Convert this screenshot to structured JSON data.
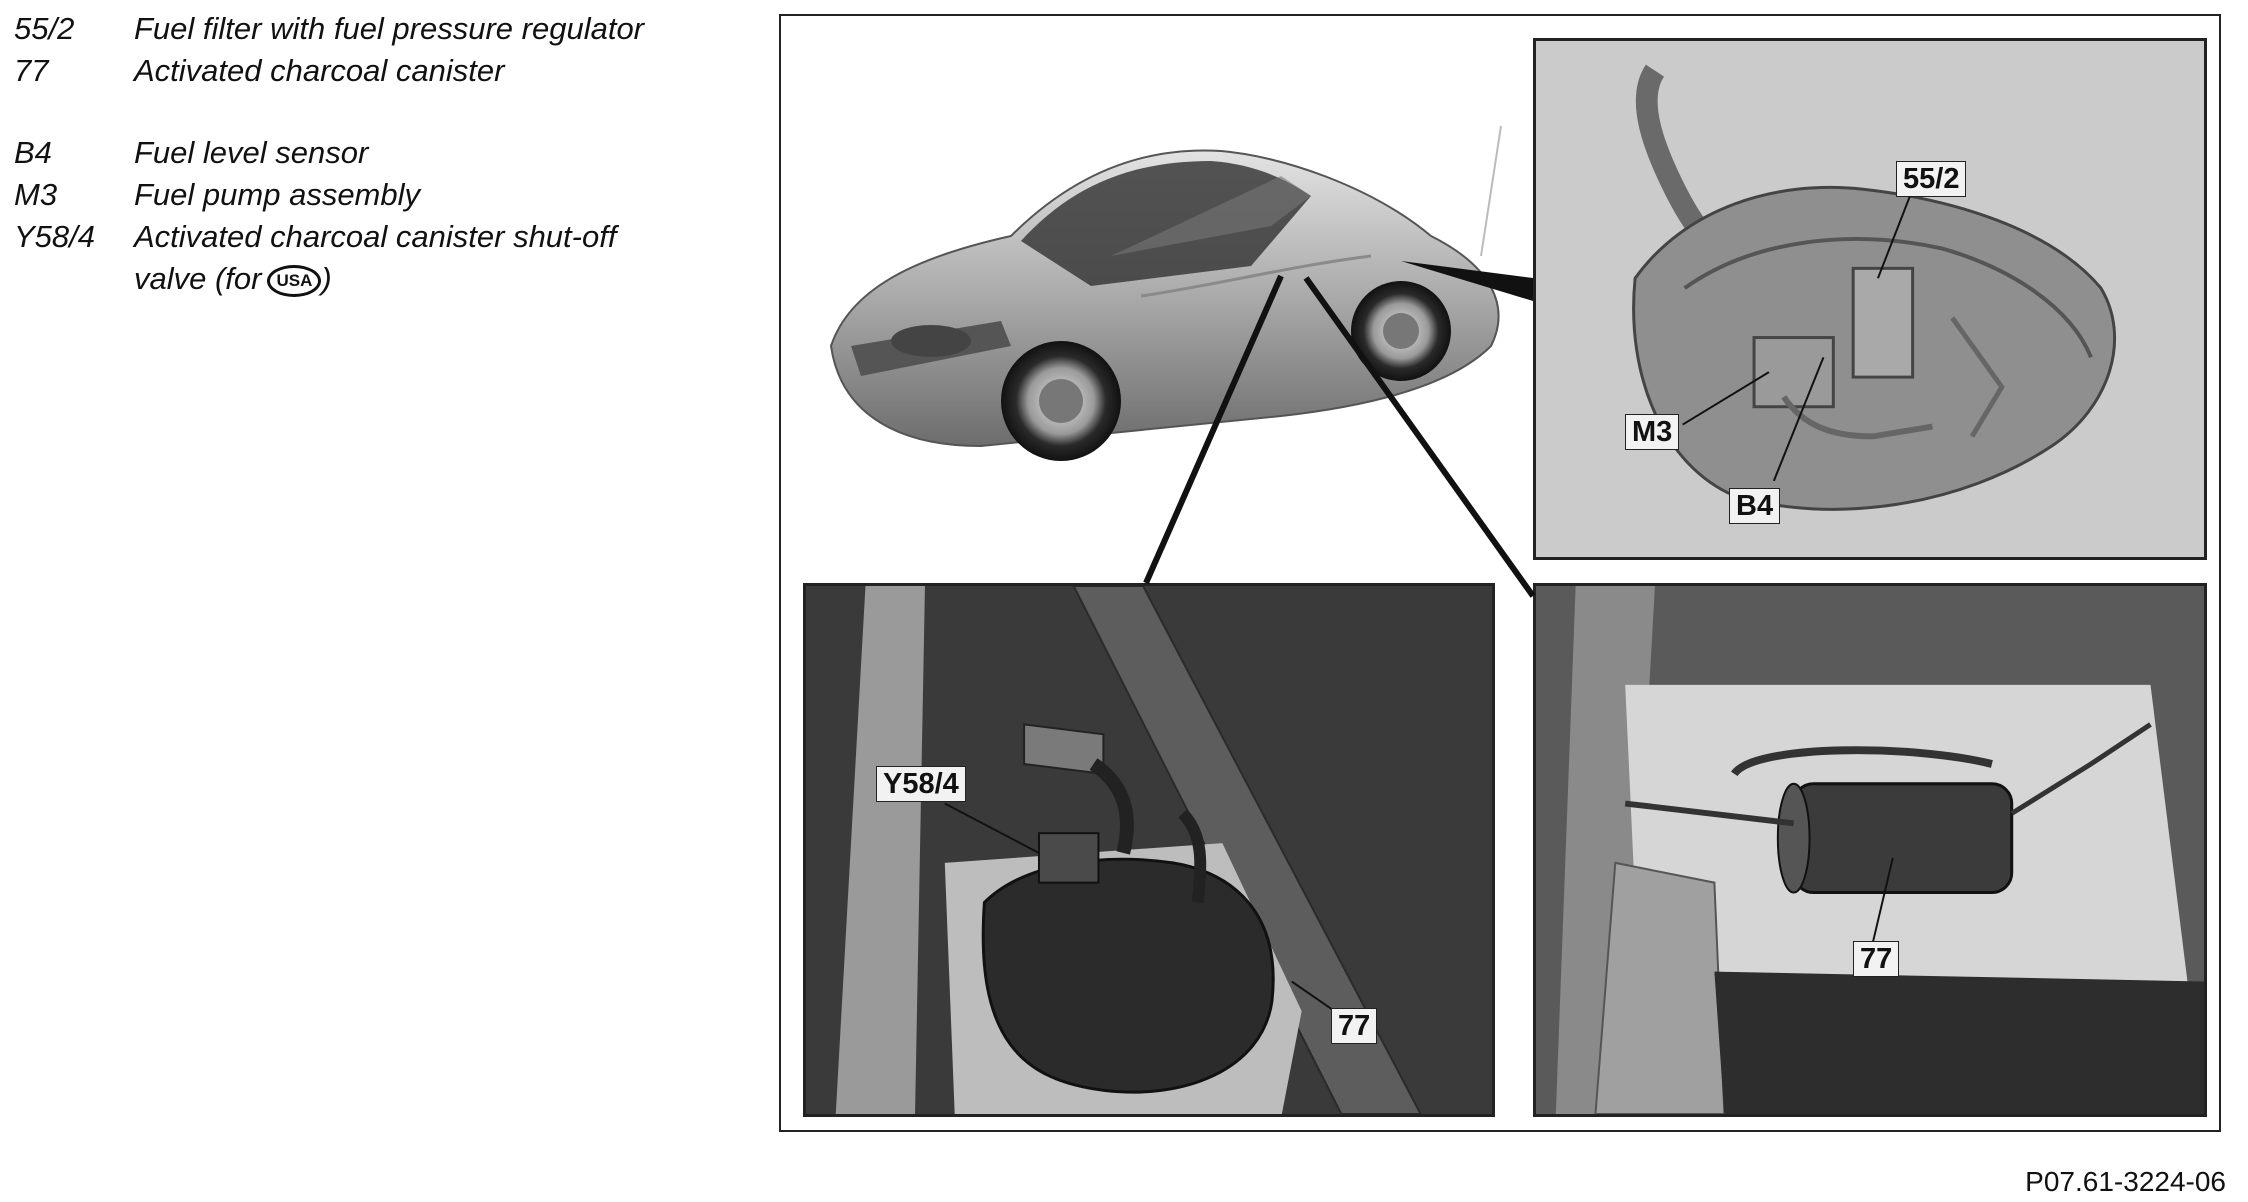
{
  "legend": [
    {
      "code": "55/2",
      "lines": [
        "Fuel filter with fuel pressure regulator"
      ]
    },
    {
      "code": "77",
      "lines": [
        "Activated charcoal canister"
      ]
    },
    {
      "code": "B4",
      "lines": [
        "Fuel level sensor"
      ]
    },
    {
      "code": "M3",
      "lines": [
        "Fuel pump assembly"
      ]
    },
    {
      "code": "Y58/4",
      "lines": [
        "Activated charcoal canister shut-off",
        "valve (for"
      ],
      "badge": "USA",
      "suffix": ")"
    }
  ],
  "callouts": {
    "fuel_filter": "55/2",
    "fuel_pump": "M3",
    "fuel_level_sensor": "B4",
    "shutoff_valve": "Y58/4",
    "canister_left": "77",
    "canister_right": "77"
  },
  "reference_code": "P07.61-3224-06"
}
